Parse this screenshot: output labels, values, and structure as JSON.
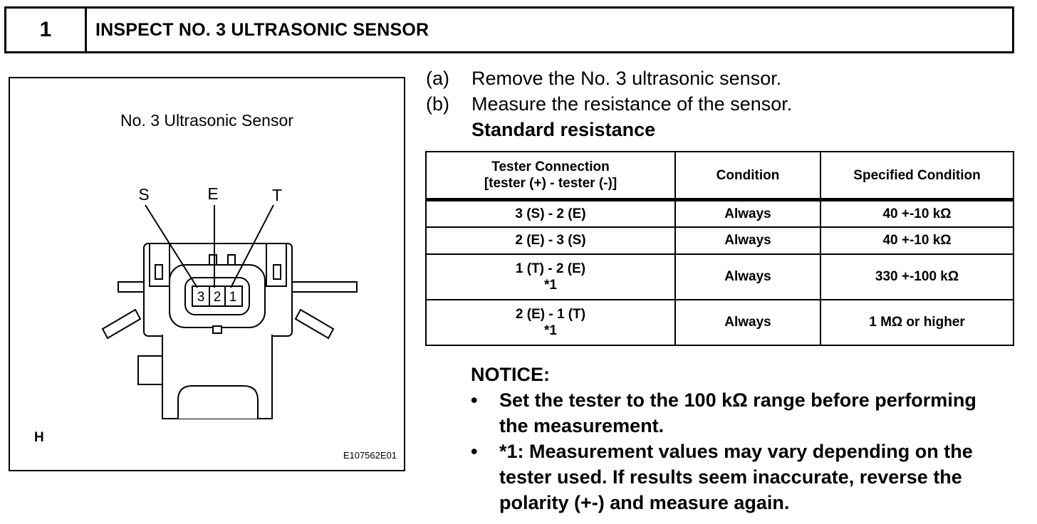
{
  "header": {
    "step_number": "1",
    "title": "INSPECT NO. 3 ULTRASONIC SENSOR"
  },
  "figure": {
    "caption": "No. 3 Ultrasonic Sensor",
    "terminal_labels": {
      "s": "S",
      "e": "E",
      "t": "T"
    },
    "pins": [
      "3",
      "2",
      "1"
    ],
    "corner_label": "H",
    "image_code": "E107562E01"
  },
  "instructions": [
    {
      "letter": "(a)",
      "text": "Remove the No. 3 ultrasonic sensor."
    },
    {
      "letter": "(b)",
      "text": "Measure the resistance of the sensor."
    }
  ],
  "standard_title": "Standard resistance",
  "table": {
    "headers": {
      "col1_line1": "Tester Connection",
      "col1_line2": "[tester (+) - tester (-)]",
      "col2": "Condition",
      "col3": "Specified Condition"
    },
    "rows": [
      {
        "connection": "3 (S) - 2 (E)",
        "note": "",
        "condition": "Always",
        "spec": "40 +-10 kΩ"
      },
      {
        "connection": "2 (E) - 3 (S)",
        "note": "",
        "condition": "Always",
        "spec": "40 +-10 kΩ"
      },
      {
        "connection": "1 (T) - 2 (E)",
        "note": "*1",
        "condition": "Always",
        "spec": "330 +-100 kΩ"
      },
      {
        "connection": "2 (E) - 1 (T)",
        "note": "*1",
        "condition": "Always",
        "spec": "1 MΩ or higher"
      }
    ]
  },
  "notice": {
    "title": "NOTICE:",
    "items": [
      "Set the tester to the 100 kΩ range before performing the measurement.",
      "*1: Measurement values may vary depending on the tester used. If results seem inaccurate, reverse the polarity (+-) and measure again."
    ]
  }
}
